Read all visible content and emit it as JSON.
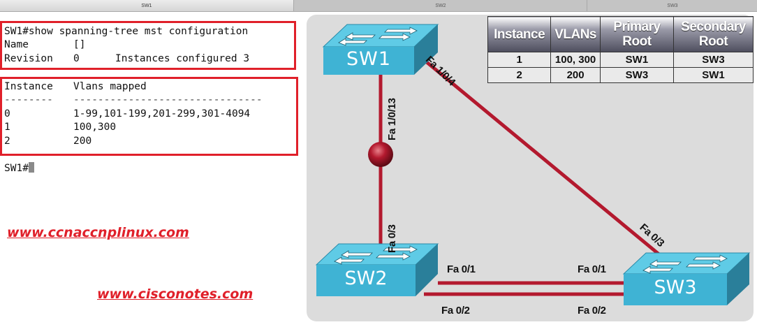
{
  "tabs": [
    {
      "label": "SW1",
      "active": true
    },
    {
      "label": "SW2",
      "active": false
    },
    {
      "label": "SW3",
      "active": false
    }
  ],
  "terminal": {
    "command_block": {
      "prompt_line": "SW1#show spanning-tree mst configuration",
      "name_label": "Name",
      "name_value": "[]",
      "revision_label": "Revision",
      "revision_value": "0",
      "instances_label": "Instances configured",
      "instances_value": "3"
    },
    "mapping_block": {
      "header_instance": "Instance",
      "header_vlans": "Vlans mapped",
      "separator_instance": "--------",
      "separator_vlans": "-------------------------------",
      "rows": [
        {
          "instance": "0",
          "vlans": "1-99,101-199,201-299,301-4094"
        },
        {
          "instance": "1",
          "vlans": "100,300"
        },
        {
          "instance": "2",
          "vlans": "200"
        }
      ]
    },
    "prompt": "SW1#"
  },
  "watermarks": {
    "link1": "www.ccnaccnplinux.com",
    "link2": "www.cisconotes.com",
    "color": "#e0202a"
  },
  "diagram": {
    "root_table": {
      "headers": [
        "Instance",
        "VLANs",
        "Primary Root",
        "Secondary Root"
      ],
      "rows": [
        {
          "instance": "1",
          "vlans": "100, 300",
          "primary": "SW1",
          "secondary": "SW3"
        },
        {
          "instance": "2",
          "vlans": "200",
          "primary": "SW3",
          "secondary": "SW1"
        }
      ]
    },
    "switches": [
      {
        "label": "SW1"
      },
      {
        "label": "SW2"
      },
      {
        "label": "SW3"
      }
    ],
    "ports": {
      "sw1_to_sw2": "Fa 1/0/13",
      "sw1_to_sw3": "Fa 1/0/4",
      "sw2_to_sw1": "Fa 0/3",
      "sw3_to_sw1": "Fa 0/3",
      "sw2_link1": "Fa 0/1",
      "sw2_link2": "Fa 0/2",
      "sw3_link1": "Fa 0/1",
      "sw3_link2": "Fa 0/2"
    },
    "colors": {
      "link": "#b3192e",
      "switch_front": "#3fb3d4",
      "switch_top": "#5fcbe6",
      "panel": "#dcdcdc"
    }
  }
}
